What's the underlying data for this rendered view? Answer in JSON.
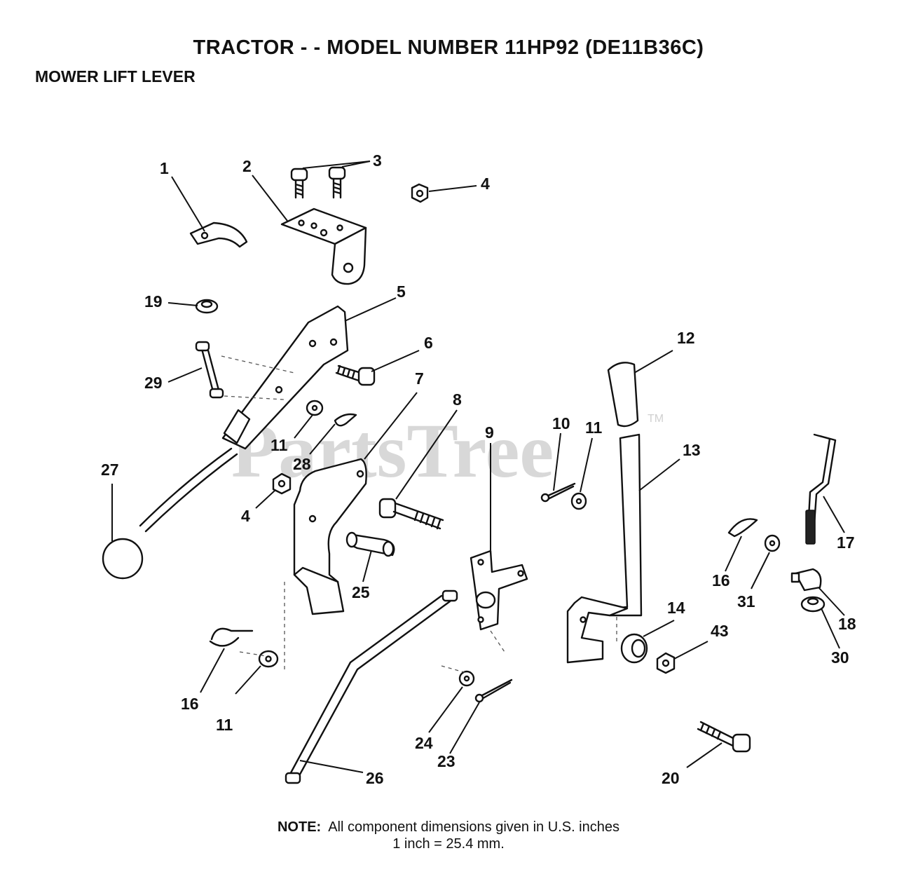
{
  "header": {
    "title": "TRACTOR - - MODEL NUMBER 11HP92   (DE11B36C)",
    "subtitle": "MOWER LIFT LEVER"
  },
  "watermark": {
    "text": "PartsTree",
    "tm": "TM"
  },
  "callouts": {
    "c1": "1",
    "c2": "2",
    "c3": "3",
    "c4a": "4",
    "c4b": "4",
    "c5": "5",
    "c6": "6",
    "c7": "7",
    "c8": "8",
    "c9": "9",
    "c10": "10",
    "c11a": "11",
    "c11b": "11",
    "c11c": "11",
    "c12": "12",
    "c13": "13",
    "c14": "14",
    "c16a": "16",
    "c16b": "16",
    "c17": "17",
    "c18": "18",
    "c19": "19",
    "c20": "20",
    "c23": "23",
    "c24": "24",
    "c25": "25",
    "c26": "26",
    "c27": "27",
    "c28": "28",
    "c29": "29",
    "c30": "30",
    "c31": "31",
    "c43": "43"
  },
  "note": {
    "label": "NOTE:",
    "line1": "All component dimensions given in U.S. inches",
    "line2": "1 inch = 25.4 mm."
  }
}
